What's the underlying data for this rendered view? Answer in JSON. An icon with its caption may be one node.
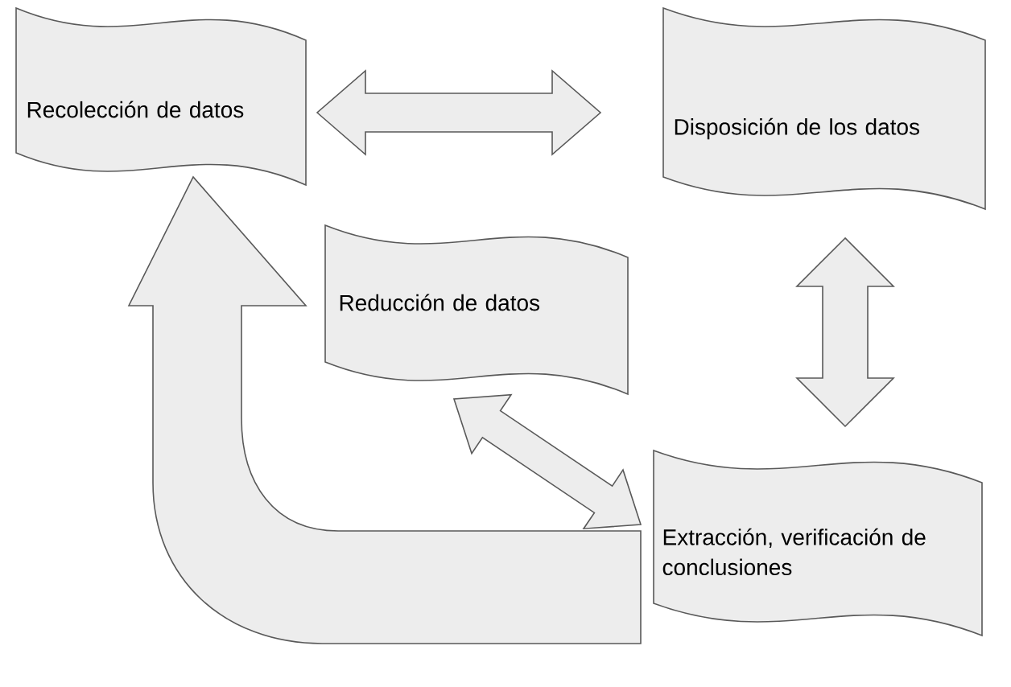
{
  "diagram": {
    "nodes": [
      {
        "text": [
          "Recolección de datos"
        ]
      },
      {
        "text": [
          "Disposición de los datos"
        ]
      },
      {
        "text": [
          "Reducción de datos"
        ]
      },
      {
        "text": [
          "Extracción, verificación de conclusiones"
        ]
      }
    ],
    "edges": [
      {
        "from": 0,
        "to": 1,
        "arrow": "both"
      },
      {
        "from": 1,
        "to": 3,
        "arrow": "both"
      },
      {
        "from": 2,
        "to": 3,
        "arrow": "both"
      },
      {
        "from": 3,
        "to": 0,
        "arrow": "to"
      }
    ]
  }
}
